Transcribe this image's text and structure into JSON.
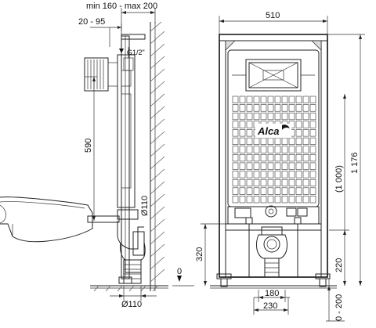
{
  "dimensions": {
    "depth_range": "min 160 - max 200",
    "wall_offset": "20 - 95",
    "connection": "G1/2\"",
    "height_590": "590",
    "pipe_110_vertical": "Ø110",
    "pipe_110_bottom": "Ø110",
    "height_320": "320",
    "zero_level": "0",
    "width_510": "510",
    "height_1176": "1 176",
    "height_1000": "(1 000)",
    "height_220": "220",
    "height_0_200": "0 - 200",
    "width_180": "180",
    "width_230": "230"
  },
  "brand": {
    "logo_text": "Alca",
    "logo_color": "#111111"
  },
  "panel": {
    "grid_cols": 12,
    "grid_rows": 13
  }
}
